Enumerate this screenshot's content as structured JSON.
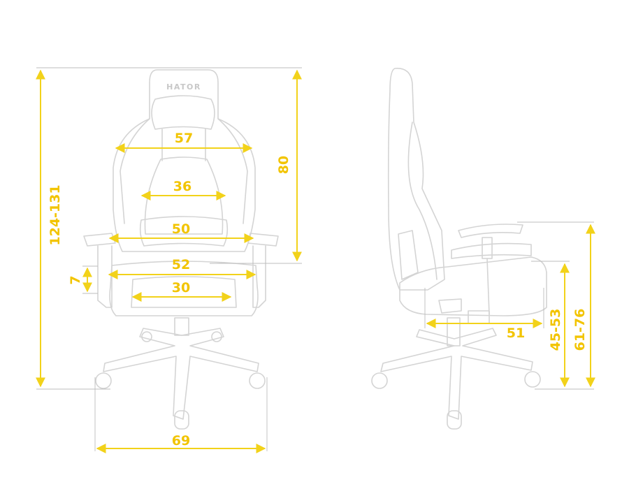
{
  "brand": "HATOR",
  "colors": {
    "dimension": "#f2d21a",
    "label": "#f2c400",
    "outline": "#d4d4d4"
  },
  "front_view": {
    "overall_height": "124-131",
    "backrest_height": "80",
    "shoulder_width": "57",
    "lumbar_width": "36",
    "armrest_inner_width": "50",
    "seat_width": "52",
    "seat_inner_width": "30",
    "armrest_adjust": "7",
    "base_width": "69"
  },
  "side_view": {
    "seat_depth": "51",
    "seat_height": "45-53",
    "armrest_height": "61-76"
  }
}
